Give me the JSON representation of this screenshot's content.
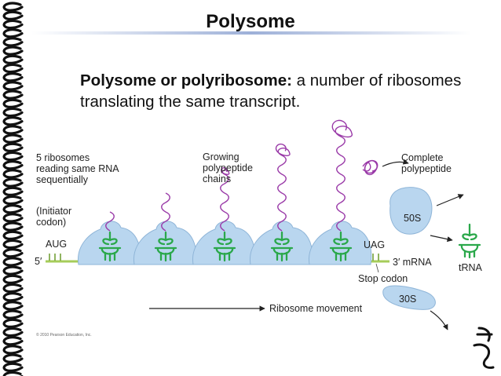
{
  "slide": {
    "title": "Polysome",
    "subtitle_bold": "Polysome or polyribosome:",
    "subtitle_rest": " a number of ribosomes translating the same transcript."
  },
  "diagram": {
    "labels": {
      "ribosomes_reading": "5 ribosomes\nreading same RNA\nsequentially",
      "initiator": "(Initiator\ncodon)",
      "aug": "AUG",
      "five_prime": "5′",
      "growing": "Growing\npolypeptide\nchains",
      "complete": "Complete\npolypeptide",
      "subunit_50s": "50S",
      "uag": "UAG",
      "three_prime": "3′ mRNA",
      "trna": "tRNA",
      "stop_codon": "Stop codon",
      "subunit_30s": "30S",
      "ribosome_movement": "Ribosome movement"
    },
    "copyright": "© 2010 Pearson Education, Inc.",
    "colors": {
      "ribosome": "#b9d6ef",
      "trna": "#2aa84a",
      "mrna": "#a6cc5a",
      "polypeptide": "#9a3aa8"
    }
  }
}
